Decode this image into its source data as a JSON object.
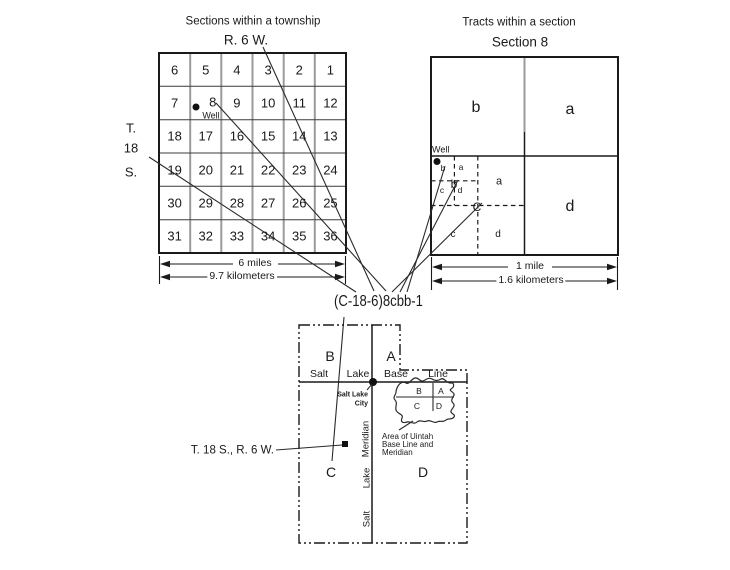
{
  "left_diagram": {
    "title": "Sections within a township",
    "range_label": "R. 6 W.",
    "township_label": [
      "T.",
      "18",
      "S."
    ],
    "well_label": "Well",
    "section_numbers": [
      [
        "6",
        "5",
        "4",
        "3",
        "2",
        "1"
      ],
      [
        "7",
        "8",
        "9",
        "10",
        "11",
        "12"
      ],
      [
        "18",
        "17",
        "16",
        "15",
        "14",
        "13"
      ],
      [
        "19",
        "20",
        "21",
        "22",
        "23",
        "24"
      ],
      [
        "30",
        "29",
        "28",
        "27",
        "26",
        "25"
      ],
      [
        "31",
        "32",
        "33",
        "34",
        "35",
        "36"
      ]
    ],
    "scale_miles": "6 miles",
    "scale_km": "9.7 kilometers"
  },
  "right_diagram": {
    "title": "Tracts within a section",
    "subtitle": "Section 8",
    "well_label": "Well",
    "quarters": {
      "nw": "b",
      "ne": "a",
      "se": "d",
      "sw": "C"
    },
    "sw_quarters": {
      "nw_center": "b",
      "ne": "a",
      "sw": "c",
      "se": "d"
    },
    "nw_sub_quarters": {
      "nw": "b",
      "ne": "a",
      "sw": "c",
      "se": "d"
    },
    "scale_miles": "1 mile",
    "scale_km": "1.6 kilometers"
  },
  "well_number": "(C-18-6)8cbb-1",
  "utah_map": {
    "quadrants": {
      "b": "B",
      "a": "A",
      "c": "C",
      "d": "D"
    },
    "base_line_words": [
      "Salt",
      "Lake",
      "Base",
      "Line"
    ],
    "meridian_words": [
      "Salt",
      "Lake",
      "Meridian"
    ],
    "city_label": [
      "Salt Lake",
      "City"
    ],
    "uinta_labels": {
      "b": "B",
      "a": "A",
      "c": "C",
      "d": "D"
    },
    "uinta_caption": [
      "Area of Uintah",
      "Base Line and",
      "Meridian"
    ],
    "township_range_label": "T. 18 S., R. 6 W."
  }
}
